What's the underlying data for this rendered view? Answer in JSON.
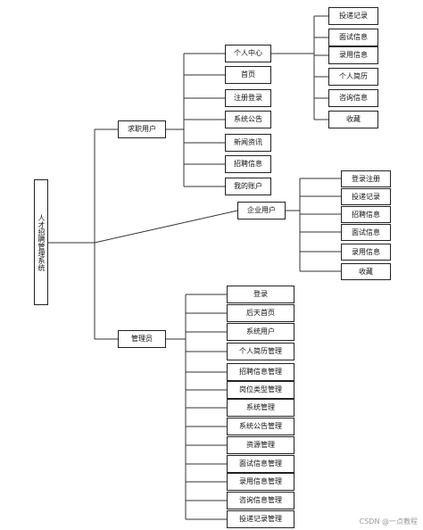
{
  "root": "人才招聘管理系统",
  "groups": [
    {
      "label": "求职用户",
      "children": [
        "个人中心",
        "首页",
        "注册登录",
        "系统公告",
        "新闻资讯",
        "招聘信息",
        "我的账户"
      ],
      "sub": {
        "parent": "个人中心",
        "children": [
          "投递记录",
          "面试信息",
          "录用信息",
          "个人简历",
          "咨询信息",
          "收藏"
        ]
      }
    },
    {
      "label": "企业用户",
      "children": [
        "登录注册",
        "投递记录",
        "招聘信息",
        "面试信息",
        "录用信息",
        "收藏"
      ]
    },
    {
      "label": "管理员",
      "children": [
        "登录",
        "后天首页",
        "系统用户",
        "个人简历管理",
        "招聘信息管理",
        "岗位类型管理",
        "系统管理",
        "系统公告管理",
        "资源管理",
        "面试信息管理",
        "录用信息管理",
        "咨询信息管理",
        "投递记录管理"
      ]
    }
  ],
  "watermark": "CSDN @一点教程"
}
